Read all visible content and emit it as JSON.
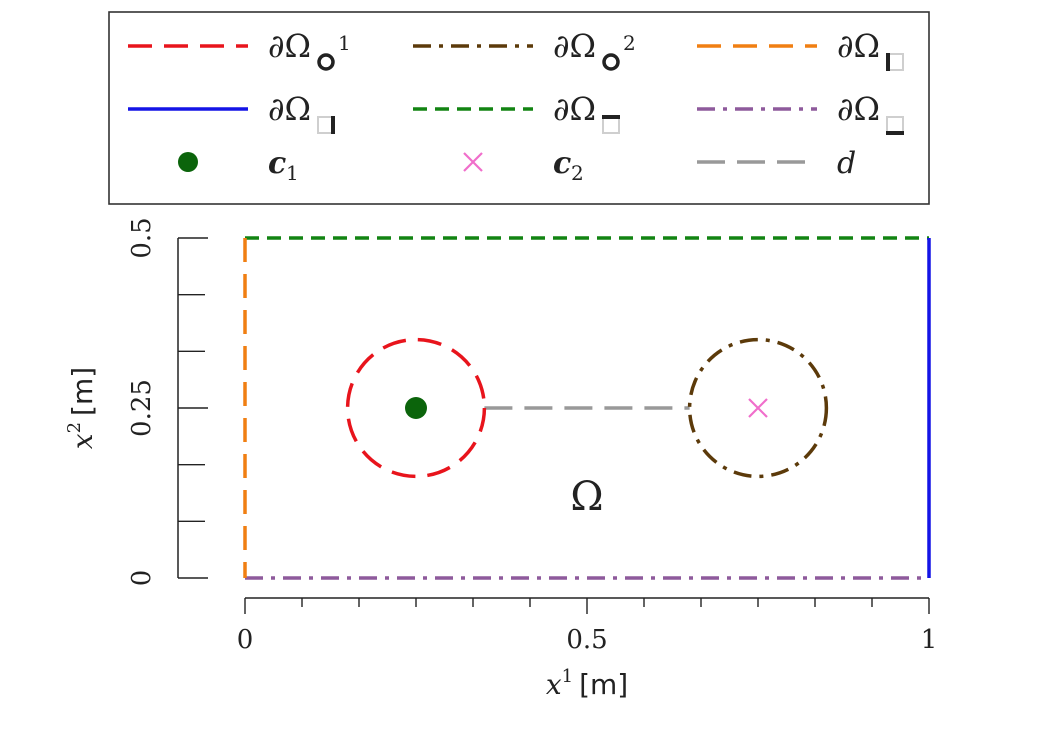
{
  "legend": {
    "entries": [
      {
        "label": "∂Ω",
        "glyph": "ring",
        "sup": "1",
        "color": "#e8141c",
        "style": "dashed"
      },
      {
        "label": "∂Ω",
        "glyph": "ring",
        "sup": "2",
        "color": "#5c3a0a",
        "style": "dashdot"
      },
      {
        "label": "∂Ω",
        "glyph": "left-bar",
        "sup": "",
        "color": "#f07f12",
        "style": "dashed"
      },
      {
        "label": "∂Ω",
        "glyph": "right-bar",
        "sup": "",
        "color": "#1414e6",
        "style": "solid"
      },
      {
        "label": "∂Ω",
        "glyph": "top-bar",
        "sup": "",
        "color": "#128412",
        "style": "short-dashed"
      },
      {
        "label": "∂Ω",
        "glyph": "bottom-bar",
        "sup": "",
        "color": "#8e5a9c",
        "style": "dashdot"
      },
      {
        "label": "c",
        "sub": "1",
        "color": "#0b640b",
        "style": "marker-dot"
      },
      {
        "label": "c",
        "sub": "2",
        "color": "#f06ecb",
        "style": "marker-x"
      },
      {
        "label": "d",
        "color": "#999999",
        "style": "long-dashed"
      }
    ]
  },
  "axes": {
    "xlabel": {
      "var": "x",
      "sup": "1",
      "unit": "[m]"
    },
    "ylabel": {
      "var": "x",
      "sup": "2",
      "unit": "[m]"
    },
    "xlim": [
      0,
      1
    ],
    "ylim": [
      0,
      0.5
    ],
    "xticks": [
      "0",
      "0.5",
      "1"
    ],
    "yticks": [
      "0",
      "0.25",
      "0.5"
    ]
  },
  "domain": {
    "label": "Ω",
    "circles": [
      {
        "center": [
          0.25,
          0.25
        ],
        "radius": 0.1,
        "color": "#e8141c",
        "style": "dashed",
        "marker": "dot",
        "marker_color": "#0b640b"
      },
      {
        "center": [
          0.75,
          0.25
        ],
        "radius": 0.1,
        "color": "#5c3a0a",
        "style": "dashdot",
        "marker": "x",
        "marker_color": "#f06ecb"
      }
    ],
    "distance_line": {
      "from": [
        0.35,
        0.25
      ],
      "to": [
        0.65,
        0.25
      ],
      "color": "#999999"
    }
  }
}
